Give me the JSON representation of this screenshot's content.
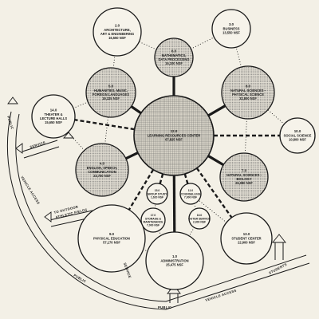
{
  "core": {
    "num": "12.0",
    "lines": [
      "LEARNING RESOURCES CENTER",
      "67,825 NSF"
    ]
  },
  "nodes": [
    {
      "id": "architecture",
      "num": "2.0",
      "lines": [
        "ARCHITECTURE,",
        "ART & ENGINEERING",
        "16,550 NSF"
      ]
    },
    {
      "id": "business",
      "num": "3.0",
      "lines": [
        "BUSINESS",
        "13,550 NSF"
      ]
    },
    {
      "id": "mathematics",
      "num": "6.0",
      "lines": [
        "MATHEMATICS,",
        "DATA PROCESSING",
        "15,100 NSF"
      ]
    },
    {
      "id": "humanities",
      "num": "5.0",
      "lines": [
        "HUMANITIES, MUSIC,",
        "FOREIGN LANGUAGES",
        "19,325 NSF"
      ]
    },
    {
      "id": "physical-science",
      "num": "8.0",
      "lines": [
        "NATURAL SCIENCES -",
        "PHYSICAL SCIENCE",
        "32,800 NSF"
      ]
    },
    {
      "id": "theater",
      "num": "14.0",
      "lines": [
        "THEATER &",
        "LECTURE HALLS",
        "15,650 NSF"
      ]
    },
    {
      "id": "social-science",
      "num": "10.0",
      "lines": [
        "SOCIAL SCIENCE",
        "10,800 NSF"
      ]
    },
    {
      "id": "english",
      "num": "4.0",
      "lines": [
        "ENGLISH, SPEECH,",
        "COMMUNICATION",
        "23,700 NSF"
      ]
    },
    {
      "id": "biology",
      "num": "7.0",
      "lines": [
        "NATURAL SCIENCES -",
        "BIOLOGY",
        "26,080 NSF"
      ]
    },
    {
      "id": "group-study",
      "num": "15.0",
      "lines": [
        "GROUP STUDY",
        "1,620 NSF"
      ]
    },
    {
      "id": "counselling",
      "num": "11.0",
      "lines": [
        "COUNSELLING",
        "7,000 NSF"
      ]
    },
    {
      "id": "storage",
      "num": "17.0",
      "lines": [
        "STORAGE &",
        "MAINTENANCE",
        "7,000 NSF"
      ]
    },
    {
      "id": "outer-service",
      "num": "16.0",
      "lines": [
        "OUTER SERVICE",
        "2,300 NSF"
      ]
    },
    {
      "id": "physical-education",
      "num": "9.0",
      "lines": [
        "PHYSICAL EDUCATION",
        "57,170 NSF"
      ]
    },
    {
      "id": "student-center",
      "num": "13.0",
      "lines": [
        "STUDENT CENTER",
        "22,900 NSF"
      ]
    },
    {
      "id": "administration",
      "num": "1.0",
      "lines": [
        "ADMINISTRATION",
        "25,475 NSF"
      ]
    }
  ],
  "labels": {
    "public_left": "PUBLIC",
    "service": "SERVICE",
    "vehicle_access_left": "VEHICLE ACCESS",
    "outdoor_fields": [
      "TO OUTDOOR",
      "ATHLETIC FIELDS"
    ],
    "public_bottom_left": "PUBLIC",
    "service_bottom": "SERVICE",
    "public_bottom": "PUBLIC",
    "vehicle_access_bottom": "VEHICLE ACCESS",
    "students": "STUDENTS"
  }
}
